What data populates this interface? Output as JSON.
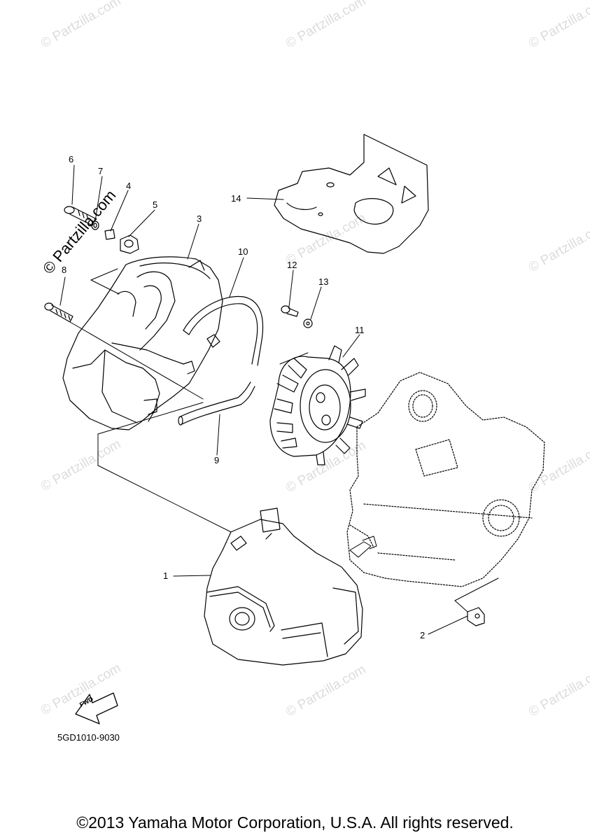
{
  "watermark_text": "© Partzilla.com",
  "brand_mark": "© Partzilla.com",
  "callouts": {
    "c1": "1",
    "c2": "2",
    "c3": "3",
    "c4": "4",
    "c5": "5",
    "c6": "6",
    "c7": "7",
    "c8": "8",
    "c9": "9",
    "c10": "10",
    "c11": "11",
    "c12": "12",
    "c13": "13",
    "c14": "14"
  },
  "fwd_label": "FWD",
  "diagram_code": "5GD1010-9030",
  "copyright": "©2013 Yamaha Motor Corporation, U.S.A. All rights reserved."
}
